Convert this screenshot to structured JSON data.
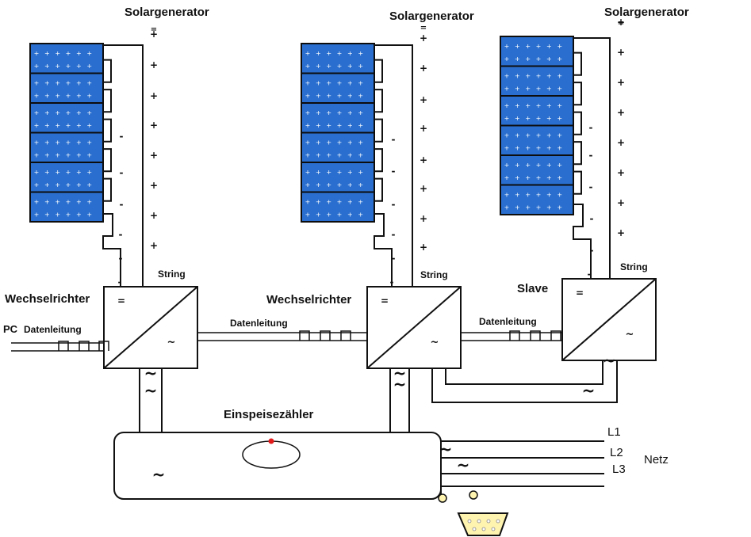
{
  "labels": {
    "solar": [
      "Solargenerator",
      "Solargenerator",
      "Solargenerator"
    ],
    "wr1": "Wechselrichter",
    "wr2": "Wechselrichter",
    "slave": "Slave",
    "string": [
      "String",
      "String",
      "String"
    ],
    "pc": "PC",
    "datenleitung": [
      "Datenleitung",
      "Datenleitung",
      "Datenleitung"
    ],
    "zaehler": "Einspeisezähler",
    "netz": "Netz",
    "phases": [
      "L1",
      "L2",
      "L3"
    ]
  },
  "symbols": {
    "plus": "+",
    "minus": "-",
    "ac": "~"
  },
  "colors": {
    "panel": "#2a6fcf",
    "panel_dark": "#1d4f9a",
    "line": "#111111",
    "meter_dot": "#e31b1b",
    "connector": "#fff3b0"
  }
}
